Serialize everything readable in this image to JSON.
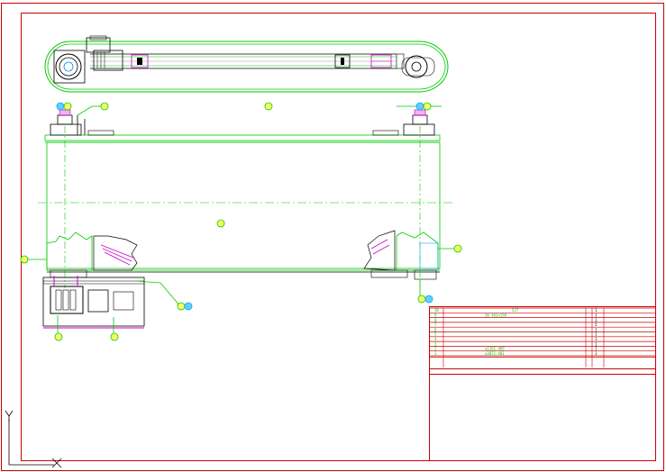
{
  "drawing": {
    "colors": {
      "frame": "#cc0000",
      "outline": "#00cc00",
      "detail": "#000000",
      "balloon": "#00aaff",
      "balloon_fill": "#ffff66",
      "magenta": "#cc00cc",
      "gray": "#9a9a9a"
    },
    "ucs_icon": {
      "y_label": "Y",
      "x_label": "X"
    },
    "parts_list": {
      "rows": [
        {
          "no": "10",
          "spec": "",
          "extra": "527"
        },
        {
          "no": "9",
          "spec": "",
          "extra": "30 461x150"
        },
        {
          "no": "8",
          "spec": "",
          "extra": ""
        },
        {
          "no": "7",
          "spec": "",
          "extra": ""
        },
        {
          "no": "6",
          "spec": "",
          "extra": ""
        },
        {
          "no": "5",
          "spec": "",
          "extra": ""
        },
        {
          "no": "4",
          "spec": "",
          "extra": ""
        },
        {
          "no": "3",
          "spec": "",
          "extra": ""
        },
        {
          "no": "2",
          "spec": "",
          "extra": "a1161.489"
        },
        {
          "no": "1",
          "spec": "",
          "extra": "a3071.481"
        }
      ],
      "qty": [
        "1",
        "1",
        "1",
        "2",
        "1",
        "1",
        "1",
        "1",
        "1",
        "1"
      ]
    }
  }
}
